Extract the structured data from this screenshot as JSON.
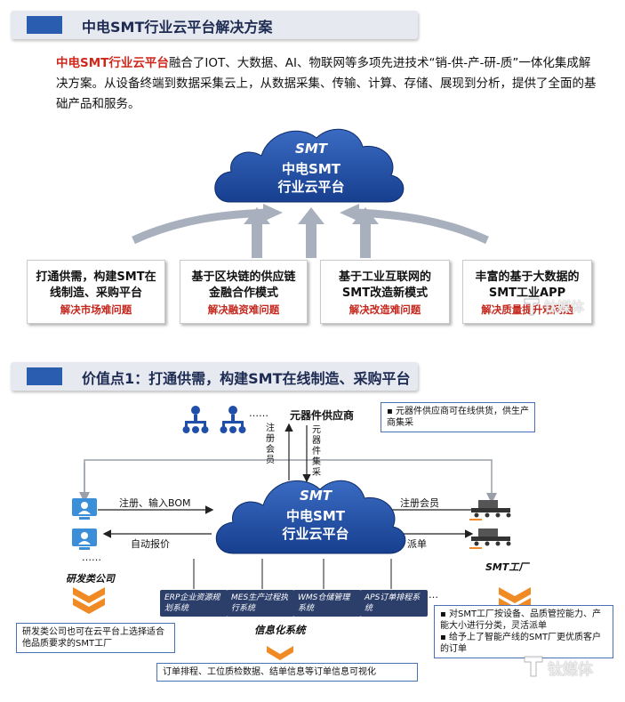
{
  "section1": {
    "title": "中电SMT行业云平台解决方案",
    "intro_highlight": "中电SMT行业云平台",
    "intro_rest": "融合了IOT、大数据、AI、物联网等多项先进技术“销-供-产-研-质”一体化集成解决方案。从设备终端到数据采集云上，从数据采集、传输、计算、存储、展现到分析，提供了全面的基础产品和服务。",
    "cloud": {
      "line1": "SMT",
      "line2": "中电SMT",
      "line3": "行业云平台"
    },
    "boxes": [
      {
        "line1": "打通供需，构建SMT在",
        "line2": "线制造、采购平台",
        "problem": "解决市场难问题"
      },
      {
        "line1": "基于区块链的供应链",
        "line2": "金融合作模式",
        "problem": "解决融资难问题"
      },
      {
        "line1": "基于工业互联网的",
        "line2": "SMT改造新模式",
        "problem": "解决改造难问题"
      },
      {
        "line1": "丰富的基于大数据的",
        "line2": "SMT工业APP",
        "problem": "解决质量提升难问题"
      }
    ]
  },
  "section2": {
    "title": "价值点1：打通供需，构建SMT在线制造、采购平台",
    "supplier_label": "元器件供应商",
    "supplier_dots": "……",
    "supplier_note": "元器件供应商可在线供货，供生产商集采",
    "register_member_v": "注册会员",
    "component_collect_v": "元器件集采",
    "cloud": {
      "line1": "SMT",
      "line2": "中电SMT",
      "line3": "行业云平台"
    },
    "left_arrow_top": "注册、输入BOM",
    "left_arrow_bottom": "自动报价",
    "right_arrow_top": "注册会员",
    "right_arrow_bottom": "派单",
    "rd_dots": "……",
    "rd_label": "研发类公司",
    "rd_note": "研发类公司也可在云平台上选择适合他品质要求的SMT工厂",
    "factory_label": "SMT工厂",
    "factory_notes": [
      "对SMT工厂按设备、品质管控能力、产能大小进行分类，灵活派单",
      "给予上了智能产线的SMT厂更优质客户的订单"
    ],
    "systems": [
      "ERP企业资源规划系统",
      "MES生产过程执行系统",
      "WMS仓储管理系统",
      "APS订单排程系统"
    ],
    "systems_dots": "…",
    "info_system_label": "信息化系统",
    "bottom_note": "订单排程、工位质检数据、结单信息等订单信息可视化"
  },
  "watermark": "钛媒体",
  "colors": {
    "accent_blue": "#2a5db0",
    "cloud_blue": "#1f4fa8",
    "problem_red": "#c4261c",
    "arrow_gray": "#a9b0bd",
    "down_arrow_orange": "#f08a24"
  }
}
